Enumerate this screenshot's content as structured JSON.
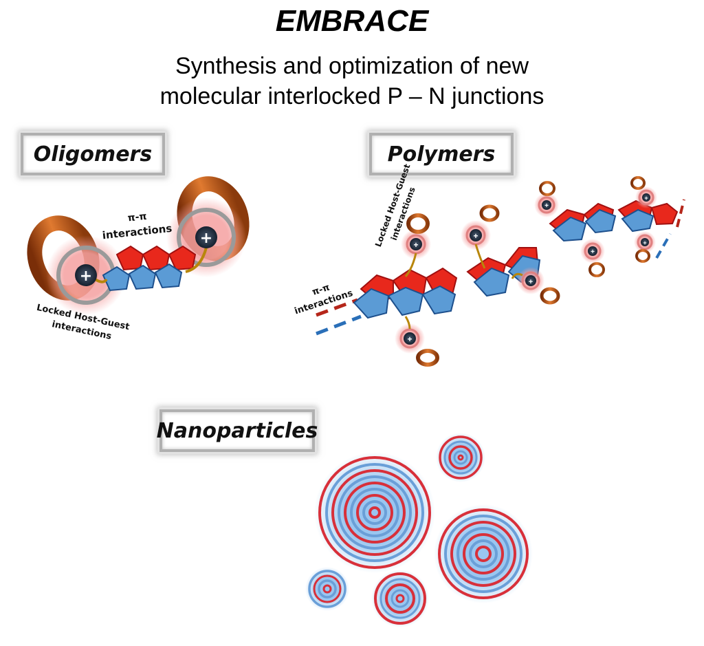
{
  "header": {
    "title": "EMBRACE",
    "subtitle_line1": "Synthesis and optimization of new",
    "subtitle_line2": "molecular interlocked P – N junctions"
  },
  "sections": {
    "oligomers": {
      "label": "Oligomers",
      "pi_pi_line1": "π-π",
      "pi_pi_line2": "interactions",
      "host_guest_line1": "Locked Host-Guest",
      "host_guest_line2": "interactions"
    },
    "polymers": {
      "label": "Polymers",
      "pi_pi_line1": "π-π",
      "pi_pi_line2": "interactions",
      "host_guest_line1": "Locked Host-Guest",
      "host_guest_line2": "interactions"
    },
    "nanoparticles": {
      "label": "Nanoparticles"
    }
  },
  "symbols": {
    "cation": "+"
  },
  "colors": {
    "p_type": "#e8281c",
    "n_type": "#5b9bd5",
    "host_ring": "#c0571a",
    "glow": "#f4a0a0"
  }
}
